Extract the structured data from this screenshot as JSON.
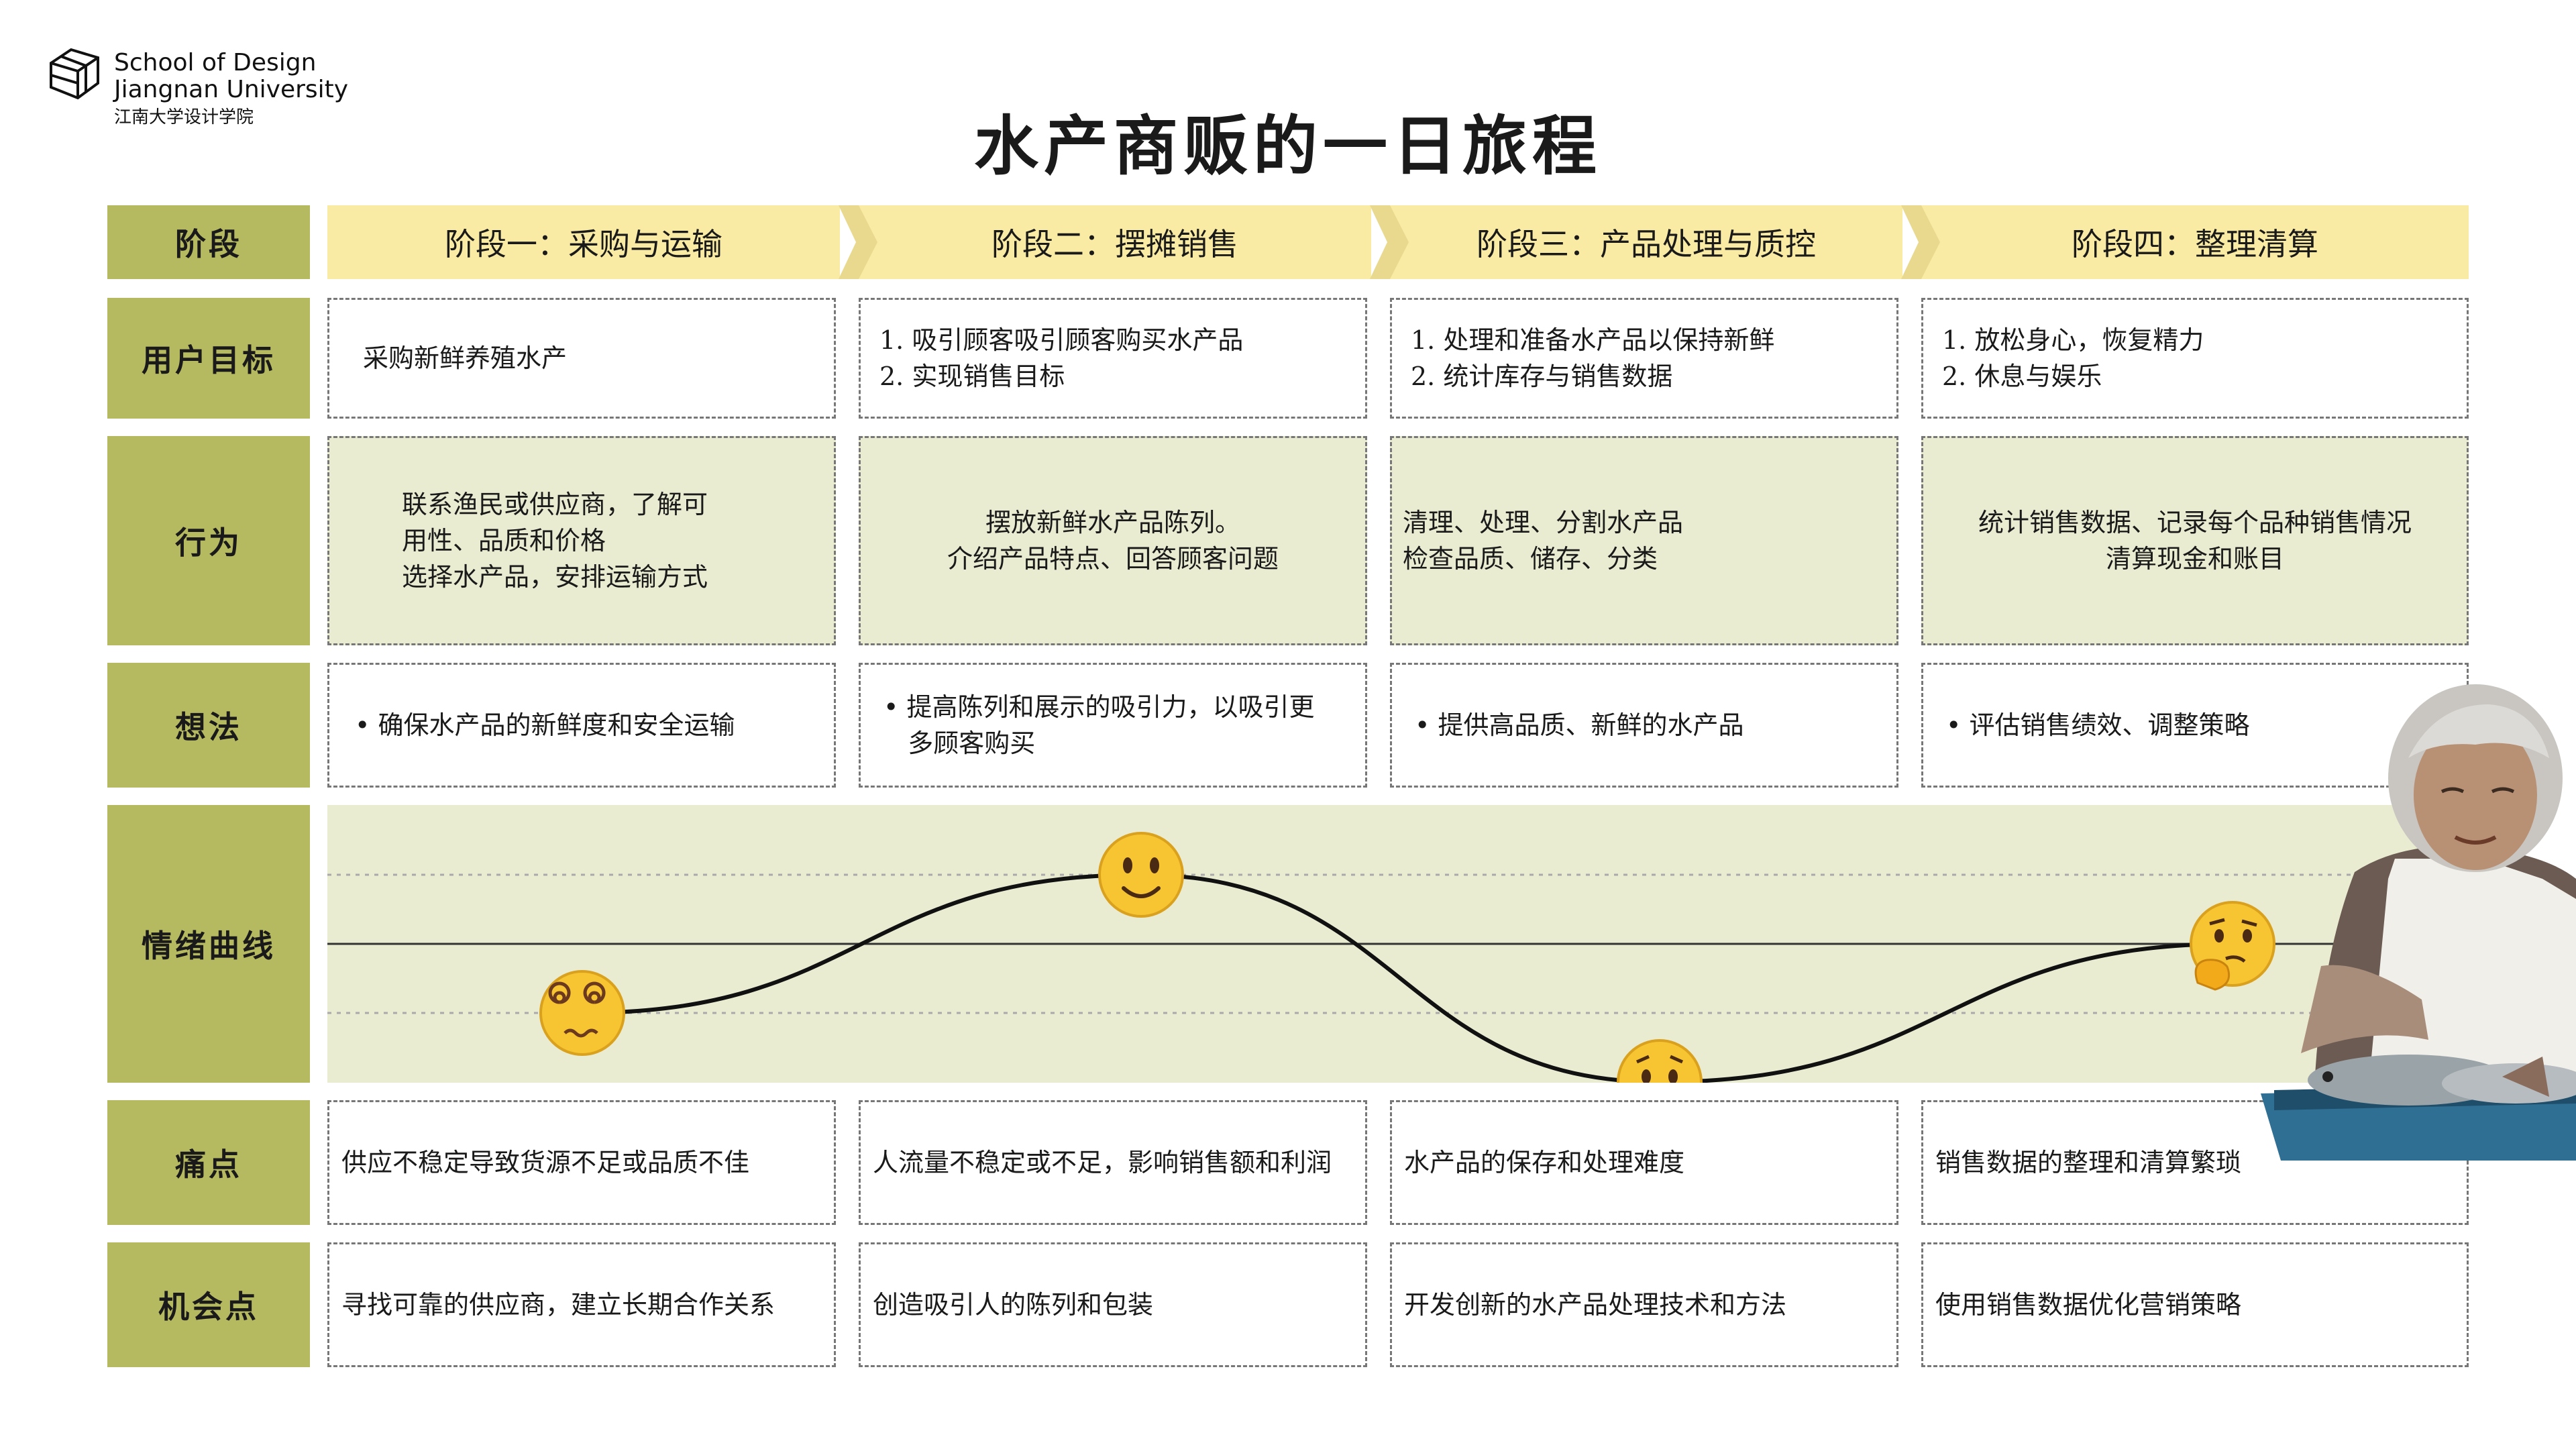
{
  "logo": {
    "line1": "School of Design",
    "line2": "Jiangnan University",
    "line3": "江南大学设计学院"
  },
  "title": "水产商贩的一日旅程",
  "rows": {
    "stage": "阶段",
    "goal": "用户目标",
    "behavior": "行为",
    "thoughts": "想法",
    "emotion": "情绪曲线",
    "pain": "痛点",
    "opportunity": "机会点"
  },
  "stages": [
    "阶段一：采购与运输",
    "阶段二：摆摊销售",
    "阶段三：产品处理与质控",
    "阶段四：整理清算"
  ],
  "goals": [
    [
      "采购新鲜养殖水产"
    ],
    [
      "1. 吸引顾客吸引顾客购买水产品",
      "2. 实现销售目标"
    ],
    [
      "1. 处理和准备水产品以保持新鲜",
      "2. 统计库存与销售数据"
    ],
    [
      "1. 放松身心，恢复精力",
      "2. 休息与娱乐"
    ]
  ],
  "behaviors": [
    [
      "联系渔民或供应商，了解可",
      "用性、品质和价格",
      "选择水产品，安排运输方式"
    ],
    [
      "摆放新鲜水产品陈列。",
      "介绍产品特点、回答顾客问题"
    ],
    [
      "清理、处理、分割水产品",
      "检查品质、储存、分类"
    ],
    [
      "统计销售数据、记录每个品种销售情况",
      "清算现金和账目"
    ]
  ],
  "thoughts": [
    [
      "• 确保水产品的新鲜度和安全运输"
    ],
    [
      "• 提高陈列和展示的吸引力，以吸引更",
      "   多顾客购买"
    ],
    [
      "• 提供高品质、新鲜的水产品"
    ],
    [
      "• 评估销售绩效、调整策略"
    ]
  ],
  "pains": [
    "供应不稳定导致货源不足或品质不佳",
    "人流量不稳定或不足，影响销售额和利润",
    "水产品的保存和处理难度",
    "销售数据的整理和清算繁琐"
  ],
  "opportunities": [
    "寻找可靠的供应商，建立长期合作关系",
    "创造吸引人的陈列和包装",
    "开发创新的水产品处理技术和方法",
    "使用销售数据优化营销策略"
  ],
  "emotions": [
    {
      "stage": 1,
      "level": -1,
      "icon": "dizzy-face-icon"
    },
    {
      "stage": 2,
      "level": 1,
      "icon": "smiling-face-icon"
    },
    {
      "stage": 3,
      "level": -2,
      "icon": "sad-sweat-face-icon"
    },
    {
      "stage": 4,
      "level": 0,
      "icon": "thinking-face-icon"
    }
  ],
  "colors": {
    "label_bg": "#b5b960",
    "stage_bg": "#faeba4",
    "green_cell": "#eaecd2",
    "curve_bg": "#eaecd2"
  }
}
